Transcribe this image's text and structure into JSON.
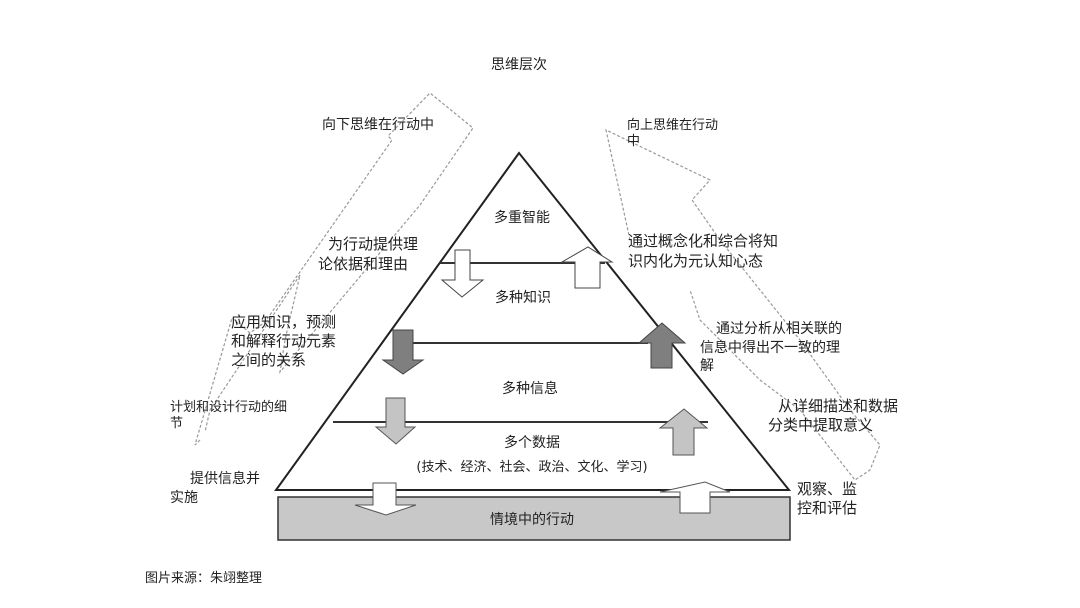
{
  "title": "思维层次",
  "downward": {
    "label": "向下思维在行动中",
    "steps": [
      "为行动提供理",
      "论依据和理由",
      "应用知识，预测",
      "和解释行动元素",
      "之间的关系",
      "计划和设计行动的细",
      "节",
      "提供信息并",
      "实施"
    ]
  },
  "upward": {
    "label_line1": "向上思维在行动",
    "label_line2": "中",
    "steps": [
      "通过概念化和综合将知",
      "识内化为元认知心态",
      "通过分析从相关联的",
      "信息中得出不一致的理",
      "解",
      "从详细描述和数据",
      "分类中提取意义",
      "观察、监",
      "控和评估"
    ]
  },
  "levels": [
    "多重智能",
    "多种知识",
    "多种信息",
    "多个数据",
    "(技术、经济、社会、政治、文化、学习)"
  ],
  "base": "情境中的行动",
  "source": "图片来源：朱翊整理",
  "colors": {
    "dark_arrow": "#7f7f7f",
    "light_arrow": "#c4c4c4",
    "base_fill": "#c8c8c8"
  }
}
